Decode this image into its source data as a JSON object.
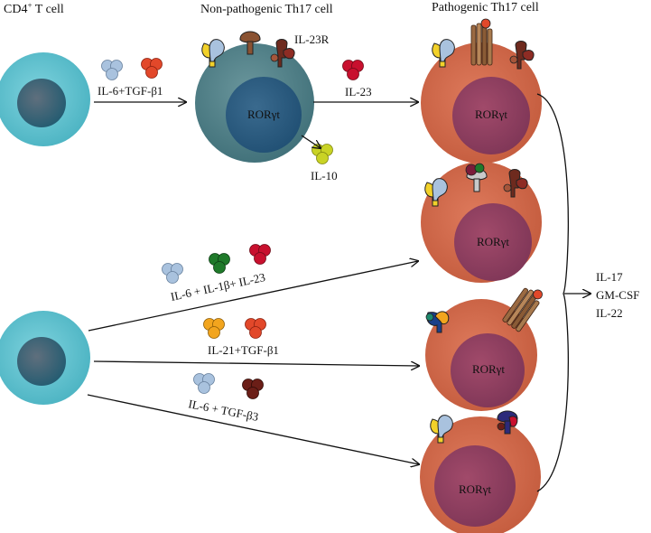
{
  "headers": {
    "cd4": "CD4",
    "cd4_sup": "+",
    "cd4_suffix": " T cell",
    "non_pathogenic": "Non-pathogenic Th17 cell",
    "pathogenic": "Pathogenic Th17 cell"
  },
  "labels": {
    "il6_tgfb1": "IL-6+TGF-β1",
    "il23r": "IL-23R",
    "il23": "IL-23",
    "il10": "IL-10",
    "il6_il1b_il23": "IL-6 + IL-1β+ IL-23",
    "il21_tgfb1": "IL-21+TGF-β1",
    "il6_tgfb3": "IL-6 + TGF-β3",
    "ror": "RORγt"
  },
  "outputs": [
    "IL-17",
    "GM-CSF",
    "IL-22"
  ],
  "colors": {
    "cd4_cell": "#5bbfcc",
    "cd4_nucleus": "#2d5f73",
    "np_cell": "#4e7f86",
    "np_nucleus": "#2a5377",
    "path_cell": "#d1694b",
    "path_nucleus": "#8f3d61",
    "il6": "#a9c2de",
    "tgfb1": "#e2482a",
    "il23": "#c8102e",
    "il10": "#c9d325",
    "il1b": "#1f7a2a",
    "il21": "#f2a51e",
    "tgfb3": "#6b1e17"
  }
}
